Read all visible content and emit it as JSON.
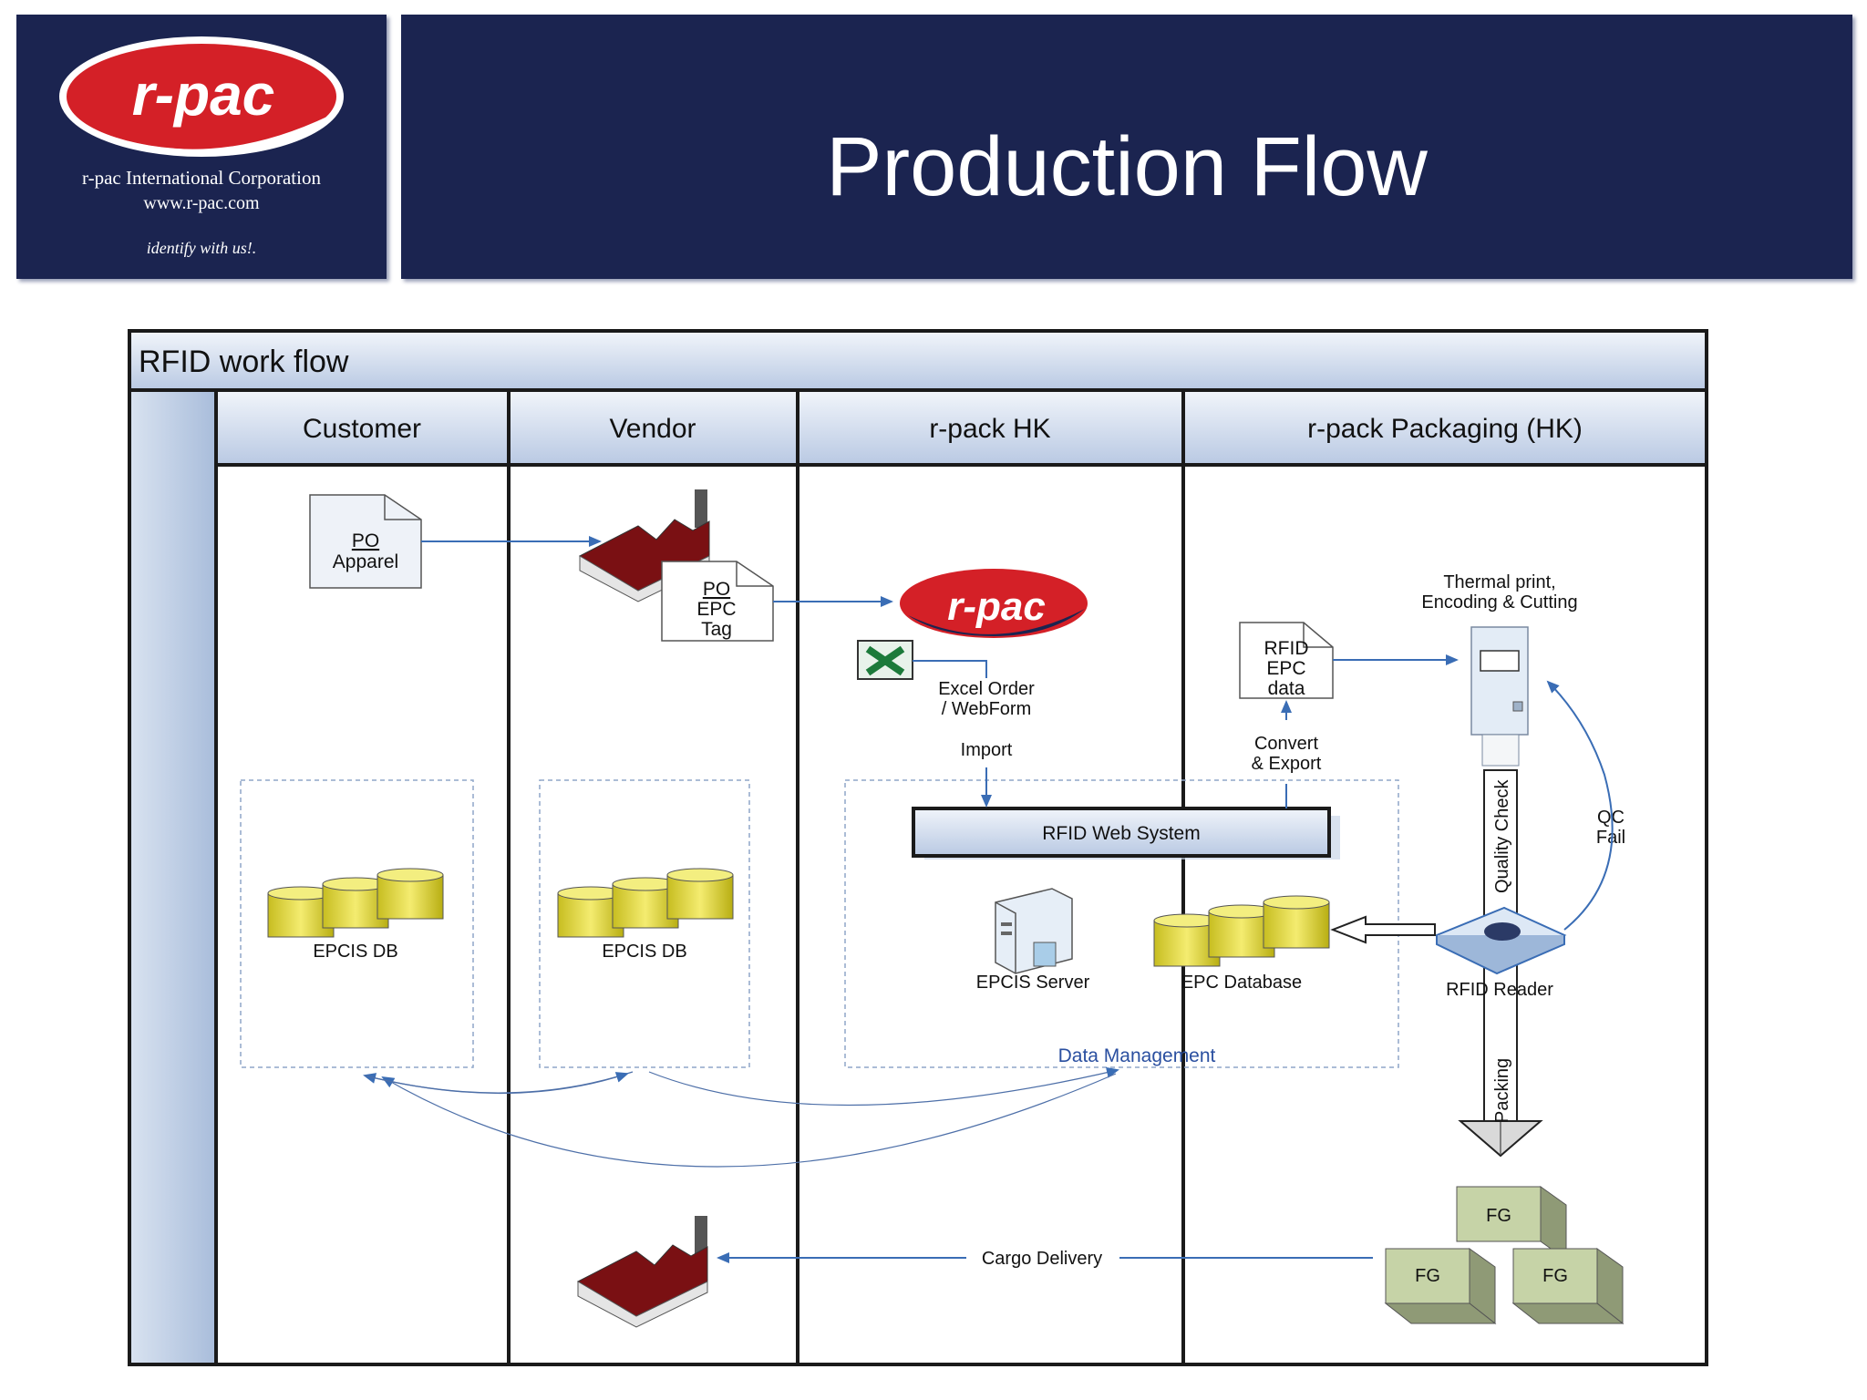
{
  "header": {
    "title": "Production Flow",
    "logo": {
      "brand": "r-pac",
      "company": "r-pac International Corporation",
      "website": "www.r-pac.com",
      "tagline": "identify with us!."
    }
  },
  "diagram": {
    "title": "RFID work flow",
    "lanes": [
      "Customer",
      "Vendor",
      "r-pack HK",
      "r-pack Packaging (HK)"
    ],
    "documents": {
      "po_apparel": [
        "PO",
        "Apparel"
      ],
      "po_epc_tag": [
        "PO",
        "EPC",
        "Tag"
      ],
      "rfid_epc_data": [
        "RFID",
        "EPC",
        "data"
      ]
    },
    "labels": {
      "excel_order": [
        "Excel Order",
        "/ WebForm"
      ],
      "import": "Import",
      "convert_export": [
        "Convert",
        "& Export"
      ],
      "thermal_print": [
        "Thermal print,",
        "Encoding & Cutting"
      ],
      "rfid_web_system": "RFID Web System",
      "epcis_server": "EPCIS Server",
      "epc_database": "EPC Database",
      "customer_db": "EPCIS DB",
      "vendor_db": "EPCIS DB",
      "data_management": "Data Management",
      "rfid_reader": "RFID Reader",
      "qc_fail": [
        "QC",
        "Fail"
      ],
      "quality_check": "Quality Check",
      "packing": "Packing",
      "cargo_delivery": "Cargo Delivery",
      "fg_top": "FG",
      "fg_left": "FG",
      "fg_right": "FG",
      "rpac_logo": "r-pac"
    }
  }
}
